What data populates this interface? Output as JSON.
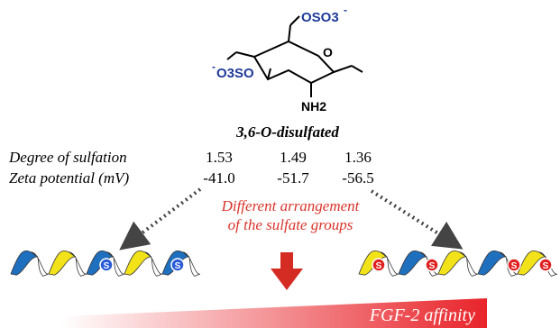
{
  "structure": {
    "name": "3,6-O-disulfated",
    "group_top": "OSO3",
    "group_top_charge": "-",
    "group_left": "O3SO",
    "group_left_charge": "-",
    "amine": "NH2",
    "ring_oxygen": "O",
    "colors": {
      "sulfate": "#1f3a9a",
      "bond": "#000000"
    }
  },
  "properties": {
    "rows": [
      {
        "label": "Degree of sulfation",
        "values": [
          "1.53",
          "1.49",
          "1.36"
        ]
      },
      {
        "label": "Zeta potential  (mV)",
        "values": [
          "-41.0",
          "-51.7",
          "-56.5"
        ]
      }
    ]
  },
  "annotation": {
    "line1": "Different arrangement",
    "line2": "of the sulfate groups",
    "color": "#d9342b"
  },
  "helices": [
    {
      "side": "left",
      "colors": [
        "#1f6fbf",
        "#f2e21a"
      ],
      "badge_text": "S",
      "badge_color": "#2a5bd7",
      "badges": 2
    },
    {
      "side": "right",
      "colors": [
        "#f2e21a",
        "#1f6fbf"
      ],
      "badge_text": "S",
      "badge_color": "#e02020",
      "badges": 4
    }
  ],
  "affinity": {
    "label": "FGF-2 affinity",
    "gradient_from": "#ffffff",
    "gradient_to": "#e8242a"
  }
}
